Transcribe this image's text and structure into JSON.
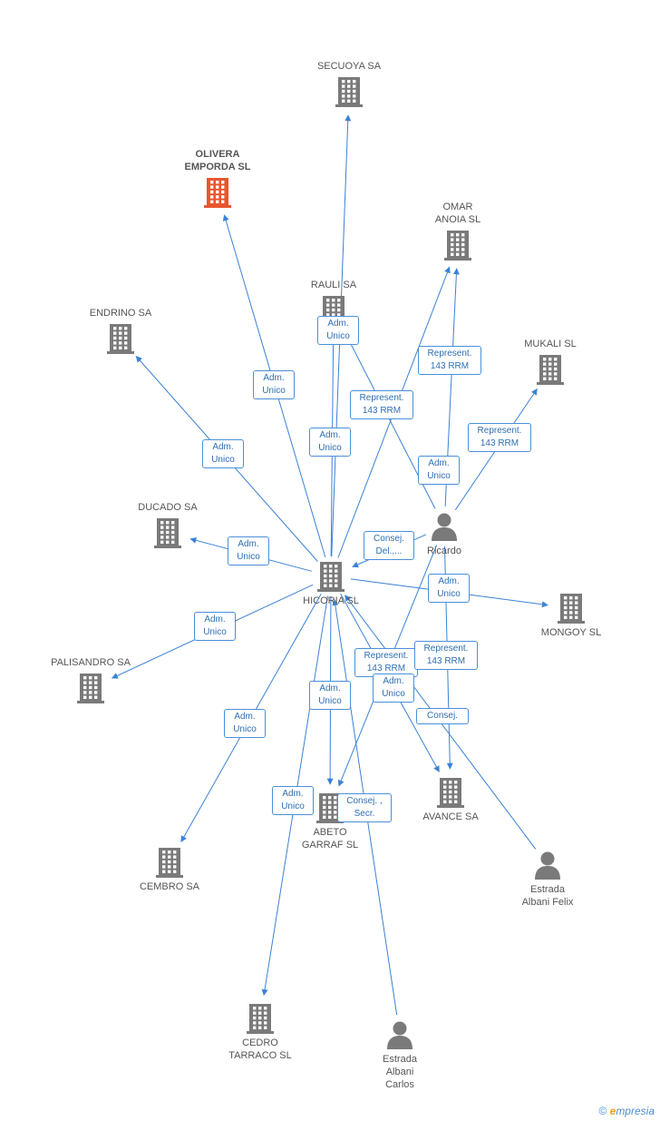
{
  "colors": {
    "edge": "#3b82d6",
    "label_border": "#4a90d9",
    "label_text": "#2f6fb5",
    "company": "#7a7a7a",
    "highlight": "#e8562e",
    "person": "#7a7a7a"
  },
  "nodes": [
    {
      "id": "secuoya",
      "name": "SECUOYA SA",
      "kind": "company"
    },
    {
      "id": "olivera",
      "name": "OLIVERA\nEMPORDA SL",
      "kind": "company",
      "highlight": true
    },
    {
      "id": "omar",
      "name": "OMAR\nANOIA SL",
      "kind": "company"
    },
    {
      "id": "rauli",
      "name": "RAULI SA",
      "kind": "company"
    },
    {
      "id": "endrino",
      "name": "ENDRINO SA",
      "kind": "company"
    },
    {
      "id": "mukali",
      "name": "MUKALI  SL",
      "kind": "company"
    },
    {
      "id": "ricardo",
      "name": "Ricardo",
      "kind": "person"
    },
    {
      "id": "ducado",
      "name": "DUCADO SA",
      "kind": "company"
    },
    {
      "id": "hicoria",
      "name": "HICORIA SL",
      "kind": "company"
    },
    {
      "id": "mongoy",
      "name": "MONGOY SL",
      "kind": "company"
    },
    {
      "id": "palisandro",
      "name": "PALISANDRO SA",
      "kind": "company"
    },
    {
      "id": "avance",
      "name": "AVANCE SA",
      "kind": "company"
    },
    {
      "id": "abeto",
      "name": "ABETO\nGARRAF SL",
      "kind": "company"
    },
    {
      "id": "cembro",
      "name": "CEMBRO SA",
      "kind": "company"
    },
    {
      "id": "felix",
      "name": "Estrada\nAlbani Felix",
      "kind": "person"
    },
    {
      "id": "cedro",
      "name": "CEDRO\nTARRACO SL",
      "kind": "company"
    },
    {
      "id": "carlos",
      "name": "Estrada\nAlbani\nCarlos",
      "kind": "person"
    }
  ],
  "edges": [
    {
      "from": "hicoria",
      "to": "secuoya",
      "label": ""
    },
    {
      "from": "hicoria",
      "to": "olivera",
      "label": "Adm.\nUnico"
    },
    {
      "from": "hicoria",
      "to": "omar",
      "label": "Represent.\n143 RRM"
    },
    {
      "from": "hicoria",
      "to": "rauli",
      "label": "Adm.\nUnico"
    },
    {
      "from": "hicoria",
      "to": "endrino",
      "label": "Adm.\nUnico"
    },
    {
      "from": "hicoria",
      "to": "ducado",
      "label": "Adm.\nUnico"
    },
    {
      "from": "hicoria",
      "to": "mongoy",
      "label": "Adm.\nUnico"
    },
    {
      "from": "hicoria",
      "to": "palisandro",
      "label": "Adm.\nUnico"
    },
    {
      "from": "hicoria",
      "to": "cembro",
      "label": "Adm.\nUnico"
    },
    {
      "from": "hicoria",
      "to": "cedro",
      "label": "Adm.\nUnico"
    },
    {
      "from": "hicoria",
      "to": "abeto",
      "label": "Adm.\nUnico"
    },
    {
      "from": "hicoria",
      "to": "avance",
      "label": "Represent.\n143 RRM"
    },
    {
      "from": "ricardo",
      "to": "rauli",
      "label": "Adm.\nUnico"
    },
    {
      "from": "ricardo",
      "to": "omar",
      "label": "Represent.\n143 RRM"
    },
    {
      "from": "ricardo",
      "to": "mukali",
      "label": "Represent.\n143 RRM"
    },
    {
      "from": "ricardo",
      "to": "hicoria",
      "label": "Consej.\nDel.,..."
    },
    {
      "from": "ricardo",
      "to": "avance",
      "label": "Represent.\n143 RRM"
    },
    {
      "from": "ricardo",
      "to": "abeto",
      "label": "Adm.\nUnico"
    },
    {
      "from": "felix",
      "to": "hicoria",
      "label": "Consej."
    },
    {
      "from": "carlos",
      "to": "hicoria",
      "label": "Consej. ,\nSecr."
    }
  ],
  "edge_labels": [
    {
      "id": "rauli-adm",
      "text": "Adm.\nUnico"
    },
    {
      "id": "olivera-adm",
      "text": "Adm.\nUnico"
    },
    {
      "id": "omar-rep",
      "text": "Represent.\n143 RRM"
    },
    {
      "id": "omar-rep2",
      "text": "Represent.\n143 RRM"
    },
    {
      "id": "rauli-adm2",
      "text": "Adm.\nUnico"
    },
    {
      "id": "endrino-adm",
      "text": "Adm.\nUnico"
    },
    {
      "id": "mukali-rep",
      "text": "Represent.\n143 RRM"
    },
    {
      "id": "ricardo-adm",
      "text": "Adm.\nUnico"
    },
    {
      "id": "ducado-adm",
      "text": "Adm.\nUnico"
    },
    {
      "id": "consej-del",
      "text": "Consej.\nDel.,..."
    },
    {
      "id": "mongoy-adm",
      "text": "Adm.\nUnico"
    },
    {
      "id": "palisandro-adm",
      "text": "Adm.\nUnico"
    },
    {
      "id": "avance-rep",
      "text": "Represent.\n143 RRM"
    },
    {
      "id": "avance-rep2",
      "text": "Represent.\n143 RRM"
    },
    {
      "id": "abeto-adm",
      "text": "Adm.\nUnico"
    },
    {
      "id": "abeto-adm2",
      "text": "Adm.\nUnico"
    },
    {
      "id": "cembro-adm",
      "text": "Adm.\nUnico"
    },
    {
      "id": "felix-consej",
      "text": "Consej."
    },
    {
      "id": "cedro-adm",
      "text": "Adm.\nUnico"
    },
    {
      "id": "carlos-consej",
      "text": "Consej. ,\nSecr."
    }
  ],
  "brand": {
    "copyright": "©",
    "e": "e",
    "rest": "mpresia"
  }
}
